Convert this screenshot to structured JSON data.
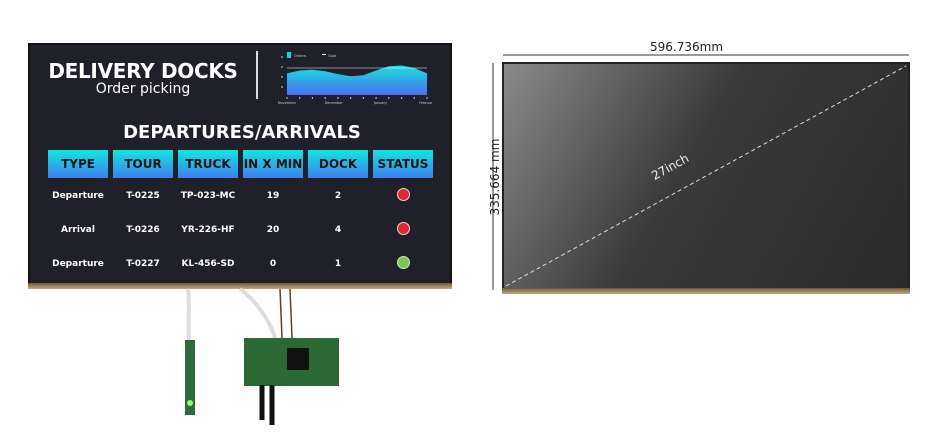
{
  "screen": {
    "title": "DELIVERY DOCKS",
    "subtitle": "Order picking",
    "section_title": "DEPARTURES/ARRIVALS",
    "columns": [
      "TYPE",
      "TOUR",
      "TRUCK",
      "IN X MIN",
      "DOCK",
      "STATUS"
    ],
    "rows": [
      {
        "type": "Departure",
        "tour": "T-0225",
        "truck": "TP-023-MC",
        "min": "19",
        "dock": "2",
        "status": "red"
      },
      {
        "type": "Arrival",
        "tour": "T-0226",
        "truck": "YR-226-HF",
        "min": "20",
        "dock": "4",
        "status": "red"
      },
      {
        "type": "Departure",
        "tour": "T-0227",
        "truck": "KL-456-SD",
        "min": "0",
        "dock": "1",
        "status": "green"
      }
    ],
    "status_colors": {
      "red": "#e3262c",
      "green": "#7ac943"
    }
  },
  "chart_data": {
    "type": "area",
    "legend": [
      "Orders",
      "Goal"
    ],
    "x_labels": [
      "November",
      "December",
      "January",
      "February"
    ],
    "values": [
      60,
      68,
      70,
      66,
      58,
      52,
      55,
      68,
      80,
      82,
      75,
      60
    ],
    "goal": 75,
    "ylim": [
      0,
      100
    ]
  },
  "dimensions": {
    "width": "596.736mm",
    "height": "335.664 mm",
    "diagonal": "27inch"
  }
}
